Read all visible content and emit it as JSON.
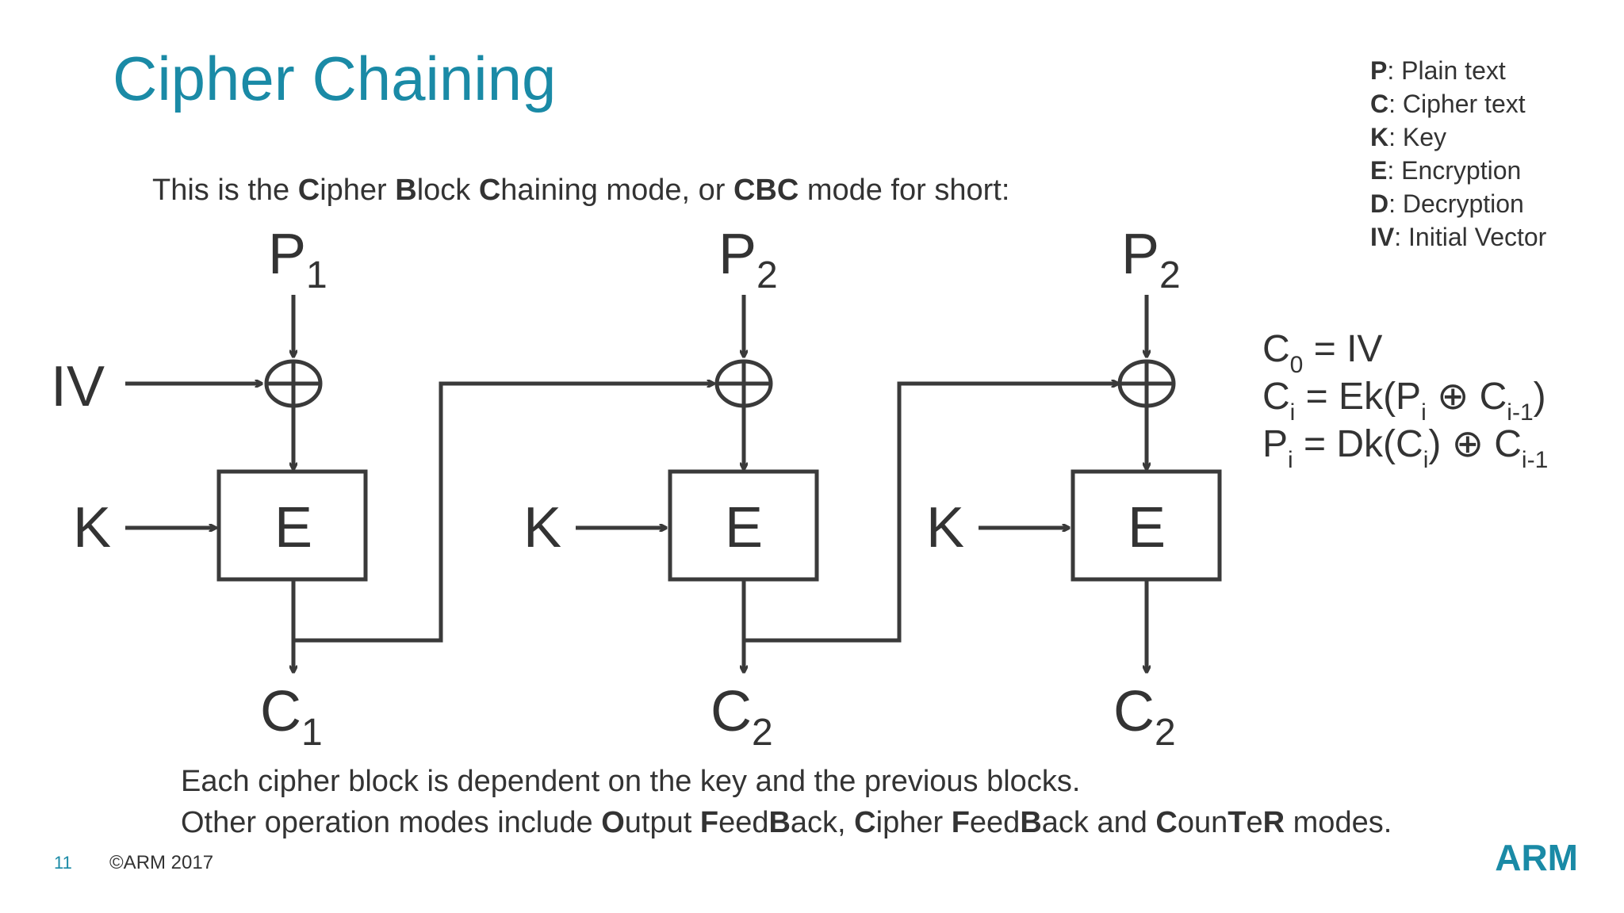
{
  "slide": {
    "title": "Cipher Chaining",
    "intro": [
      {
        "text": "This is the ",
        "bold": false
      },
      {
        "text": "C",
        "bold": true
      },
      {
        "text": "ipher ",
        "bold": false
      },
      {
        "text": "B",
        "bold": true
      },
      {
        "text": "lock ",
        "bold": false
      },
      {
        "text": "C",
        "bold": true
      },
      {
        "text": "haining mode, or ",
        "bold": false
      },
      {
        "text": "CBC",
        "bold": true
      },
      {
        "text": " mode for short:",
        "bold": false
      }
    ],
    "legend": [
      {
        "key": "P",
        "desc": ": Plain text"
      },
      {
        "key": "C",
        "desc": ": Cipher text"
      },
      {
        "key": "K",
        "desc": ": Key"
      },
      {
        "key": "E",
        "desc": ": Encryption"
      },
      {
        "key": "D",
        "desc": ": Decryption"
      },
      {
        "key": "IV",
        "desc": ": Initial Vector"
      }
    ],
    "formulas": {
      "line1": {
        "base": "C",
        "sub": "0",
        "rest": " = IV"
      },
      "line2": {
        "base": "C",
        "sub": "i",
        "mid": " = Ek(P",
        "sub2": "i",
        "op": " ⊕ C",
        "sub3": "i-1",
        "end": ")"
      },
      "line3": {
        "base": "P",
        "sub": "i",
        "mid": " = Dk(C",
        "sub2": "i",
        "op": ") ⊕ C",
        "sub3": "i-1"
      }
    },
    "diagram": {
      "iv_label": "IV",
      "key_label": "K",
      "encrypt_label": "E",
      "blocks": [
        {
          "plain": {
            "base": "P",
            "sub": "1"
          },
          "cipher": {
            "base": "C",
            "sub": "1"
          }
        },
        {
          "plain": {
            "base": "P",
            "sub": "2"
          },
          "cipher": {
            "base": "C",
            "sub": "2"
          }
        },
        {
          "plain": {
            "base": "P",
            "sub": "2"
          },
          "cipher": {
            "base": "C",
            "sub": "2"
          }
        }
      ]
    },
    "bottom_line1": "Each cipher block is dependent on the key and the previous blocks.",
    "bottom_line2": [
      {
        "text": "Other operation modes include ",
        "bold": false
      },
      {
        "text": "O",
        "bold": true
      },
      {
        "text": "utput ",
        "bold": false
      },
      {
        "text": "F",
        "bold": true
      },
      {
        "text": "eed",
        "bold": false
      },
      {
        "text": "B",
        "bold": true
      },
      {
        "text": "ack, ",
        "bold": false
      },
      {
        "text": "C",
        "bold": true
      },
      {
        "text": "ipher ",
        "bold": false
      },
      {
        "text": "F",
        "bold": true
      },
      {
        "text": "eed",
        "bold": false
      },
      {
        "text": "B",
        "bold": true
      },
      {
        "text": "ack and ",
        "bold": false
      },
      {
        "text": "C",
        "bold": true
      },
      {
        "text": "oun",
        "bold": false
      },
      {
        "text": "T",
        "bold": true
      },
      {
        "text": "e",
        "bold": false
      },
      {
        "text": "R",
        "bold": true
      },
      {
        "text": " modes.",
        "bold": false
      }
    ],
    "footer": {
      "page_number": "11",
      "copyright": "©ARM 2017",
      "logo": "ARM"
    },
    "colors": {
      "title": "#1a8aa6",
      "logo": "#1a8aa6",
      "text": "#333333",
      "lines": "#3a3a3a"
    }
  }
}
